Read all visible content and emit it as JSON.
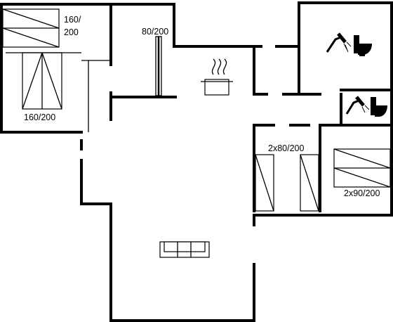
{
  "labels": {
    "bedroom_nw_line1": "160/",
    "bedroom_nw_line2": "200",
    "bedroom_west": "160/200",
    "single_bed_closet": "80/200",
    "twin_room": "2x80/200",
    "twin_room_east": "2x90/200"
  },
  "icons": [
    "shower-icon",
    "toilet-icon",
    "cooking-pot-icon",
    "sofa-icon",
    "bed-icon"
  ]
}
